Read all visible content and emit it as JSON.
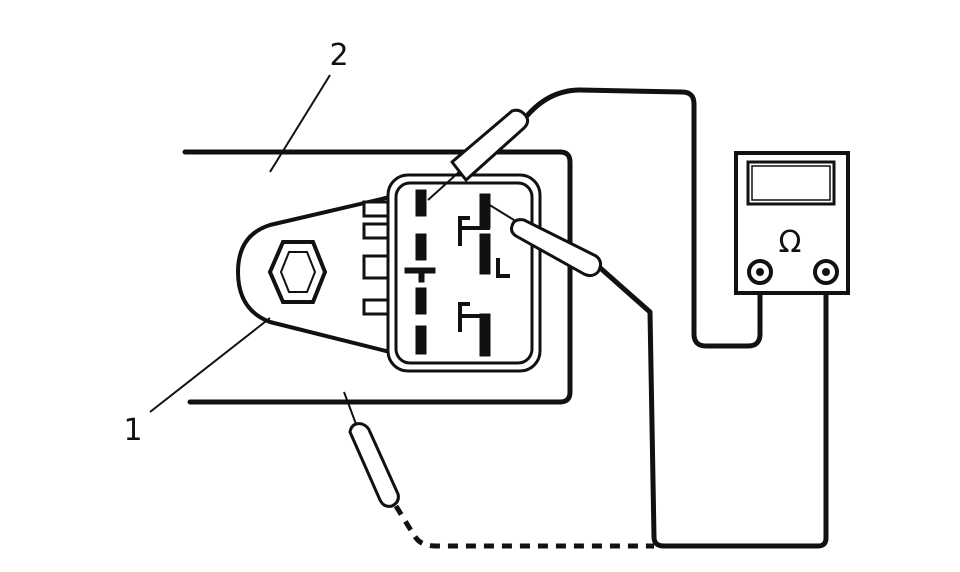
{
  "callouts": {
    "part_1": "1",
    "part_2": "2"
  },
  "meter": {
    "symbol": "Ω"
  },
  "colors": {
    "ink": "#111111",
    "paper": "#ffffff"
  }
}
